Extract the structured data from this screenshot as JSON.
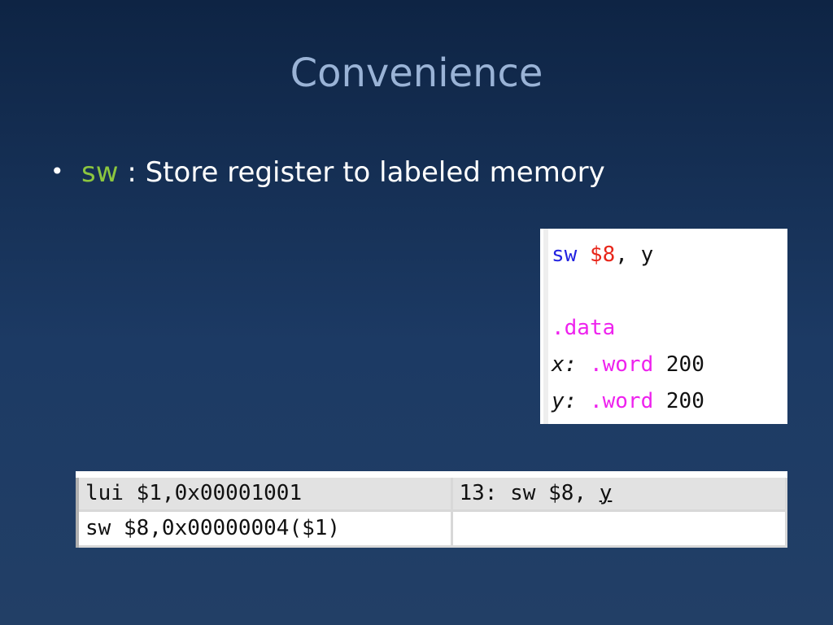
{
  "slide": {
    "title": "Convenience",
    "bullet": {
      "symbol": "•",
      "keyword": "sw",
      "text": " : Store register to labeled memory"
    }
  },
  "source_code": {
    "line1": {
      "op": "sw",
      "reg": "$8",
      "rest": ", y"
    },
    "line2": {
      "directive": ".data"
    },
    "line3": {
      "label": "x:",
      "directive": ".word",
      "value": "200"
    },
    "line4": {
      "label": "y:",
      "directive": ".word",
      "value": "200"
    }
  },
  "assembled": {
    "rows": [
      {
        "machine": "lui $1,0x00001001",
        "source_prefix": "13: sw $8, ",
        "source_label": "y"
      },
      {
        "machine": "sw $8,0x00000004($1)",
        "source_prefix": "",
        "source_label": ""
      }
    ]
  },
  "colors": {
    "background": "#1c3a64",
    "title": "#9ab3d6",
    "keyword": "#8cc63f",
    "op_blue": "#2323e0",
    "register_red": "#e8261a",
    "directive_magenta": "#ee22ee"
  }
}
